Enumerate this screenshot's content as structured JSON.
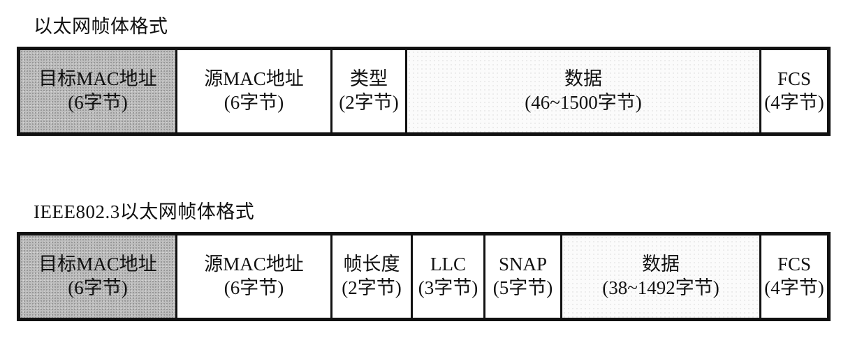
{
  "ethernet": {
    "title": "以太网帧体格式",
    "fields": [
      {
        "name": "目标MAC地址",
        "size": "(6字节)"
      },
      {
        "name": "源MAC地址",
        "size": "(6字节)"
      },
      {
        "name": "类型",
        "size": "(2字节)"
      },
      {
        "name": "数据",
        "size": "(46~1500字节)"
      },
      {
        "name": "FCS",
        "size": "(4字节)"
      }
    ]
  },
  "ieee8023": {
    "title": "IEEE802.3以太网帧体格式",
    "fields": [
      {
        "name": "目标MAC地址",
        "size": "(6字节)"
      },
      {
        "name": "源MAC地址",
        "size": "(6字节)"
      },
      {
        "name": "帧长度",
        "size": "(2字节)"
      },
      {
        "name": "LLC",
        "size": "(3字节)"
      },
      {
        "name": "SNAP",
        "size": "(5字节)"
      },
      {
        "name": "数据",
        "size": "(38~1492字节)"
      },
      {
        "name": "FCS",
        "size": "(4字节)"
      }
    ]
  }
}
